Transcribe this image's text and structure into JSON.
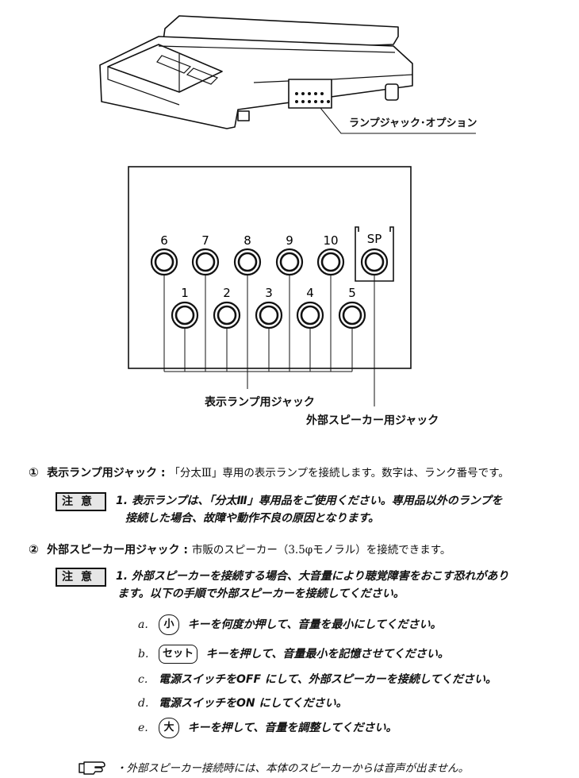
{
  "diagram": {
    "lamp_jack_option_label": "ランプジャック･オプション",
    "top_row_numbers": [
      "6",
      "7",
      "8",
      "9",
      "10"
    ],
    "sp_label": "SP",
    "bottom_row_numbers": [
      "1",
      "2",
      "3",
      "4",
      "5"
    ],
    "indicator_jack_label": "表示ランプ用ジャック",
    "external_speaker_jack_label": "外部スピーカー用ジャック"
  },
  "item1": {
    "marker": "①",
    "title": "表示ランプ用ジャック",
    "separator": " : ",
    "body": "「分太Ⅲ」専用の表示ランプを接続します。数字は、ランク番号です。",
    "caution_label": "注意",
    "caution_lines": [
      "1. 表示ランプは、「分太Ⅲ」専用品をご使用ください。専用品以外のランプを",
      "接続した場合、故障や動作不良の原因となります。"
    ]
  },
  "item2": {
    "marker": "②",
    "title": "外部スピーカー用ジャック",
    "separator": " : ",
    "body": "市販のスピーカー（3.5φモノラル）を接続できます。",
    "caution_label": "注意",
    "caution_lines": [
      "1. 外部スピーカーを接続する場合、大音量により聴覚障害をおこす恐れがあり",
      "ます。以下の手順で外部スピーカーを接続してください。"
    ],
    "steps": [
      {
        "letter": "a.",
        "key": "小",
        "text": "キーを何度か押して、音量を最小にしてください。"
      },
      {
        "letter": "b.",
        "key": "セット",
        "text": "キーを押して、音量最小を記憶させてください。"
      },
      {
        "letter": "c.",
        "key": "",
        "text": "電源スイッチをOFF にして、外部スピーカーを接続してください。"
      },
      {
        "letter": "d.",
        "key": "",
        "text": "電源スイッチをON にしてください。"
      },
      {
        "letter": "e.",
        "key": "大",
        "text": "キーを押して、音量を調整してください。"
      }
    ]
  },
  "note": {
    "icon": "pointing-hand-icon",
    "text": "・外部スピーカー接続時には、本体のスピーカーからは音声が出ません。"
  }
}
